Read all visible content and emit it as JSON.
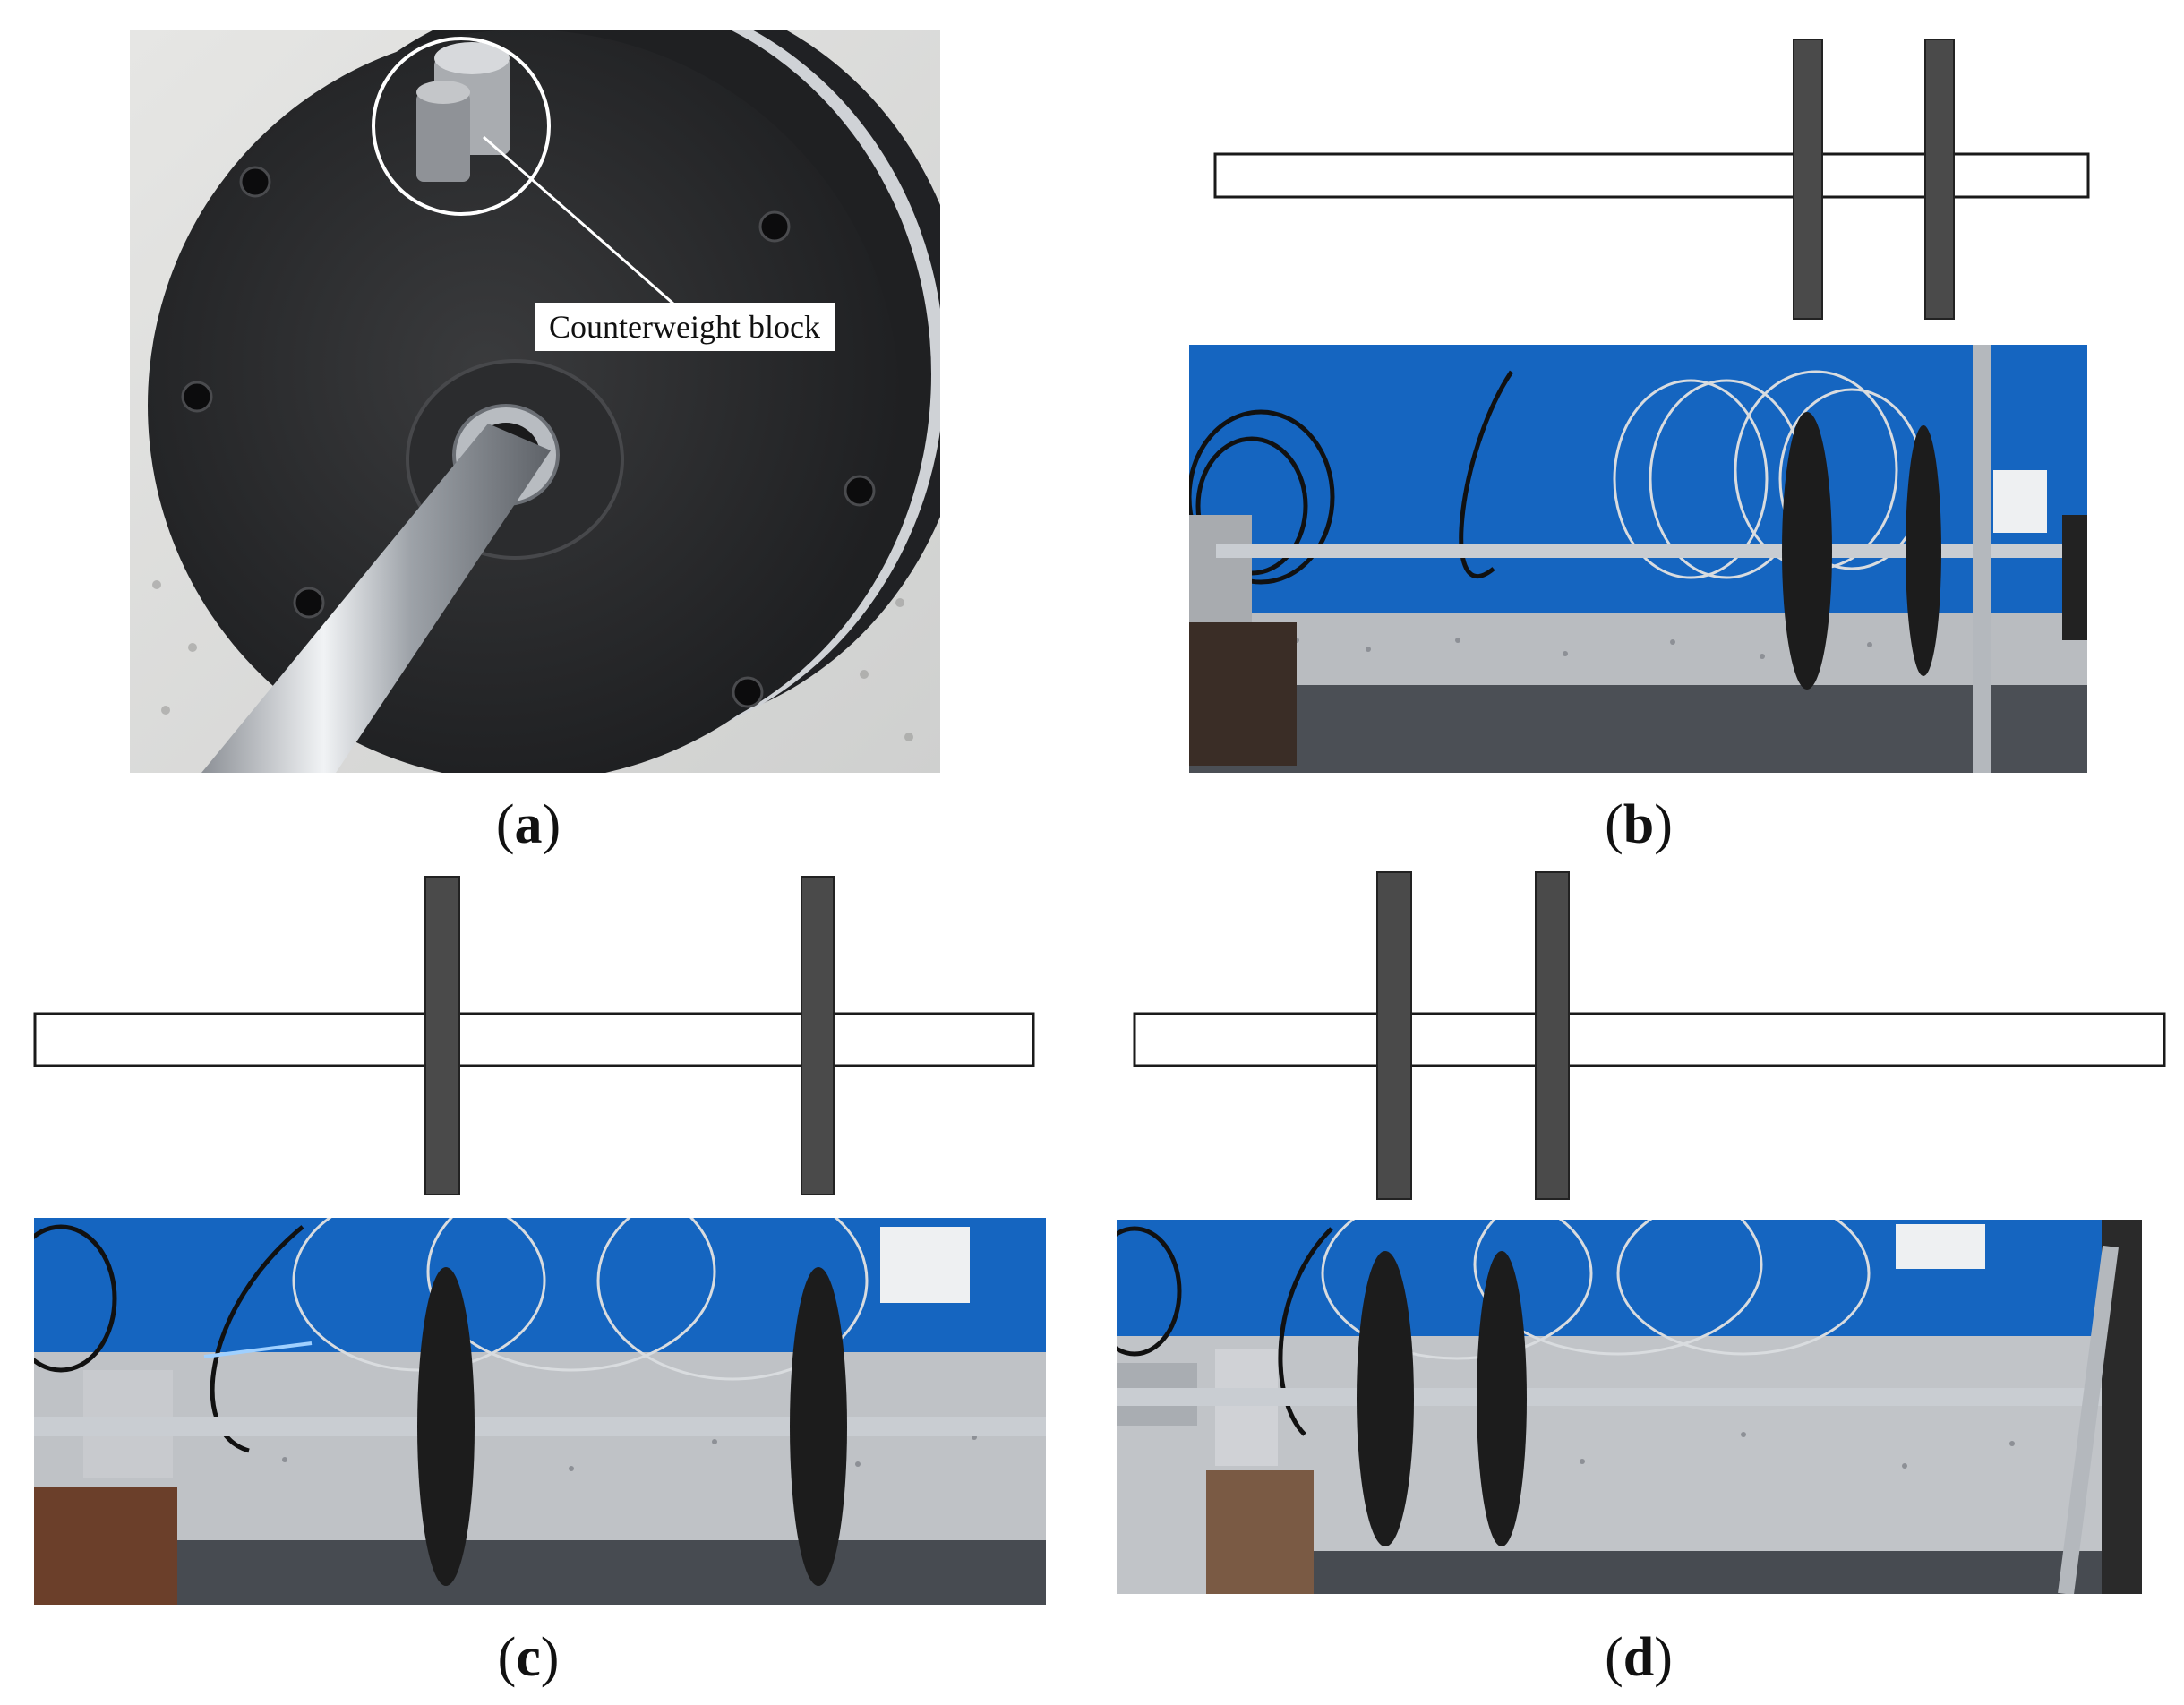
{
  "figure": {
    "panels": [
      {
        "id": "a",
        "label_open": "(",
        "label_letter": "a",
        "label_close": ")",
        "callout": "Counterweight block"
      },
      {
        "id": "b",
        "label_open": "(",
        "label_letter": "b",
        "label_close": ")"
      },
      {
        "id": "c",
        "label_open": "(",
        "label_letter": "c",
        "label_close": ")"
      },
      {
        "id": "d",
        "label_open": "(",
        "label_letter": "d",
        "label_close": ")"
      }
    ]
  },
  "colors": {
    "disk": "#4a4a4a",
    "shaft_outline": "#1a1a1a",
    "backdrop_blue": "#1565c0",
    "table_gray": "#b9bcc0",
    "disk_black": "#1c1c1c",
    "rod_silver": "#c9cdd2"
  }
}
